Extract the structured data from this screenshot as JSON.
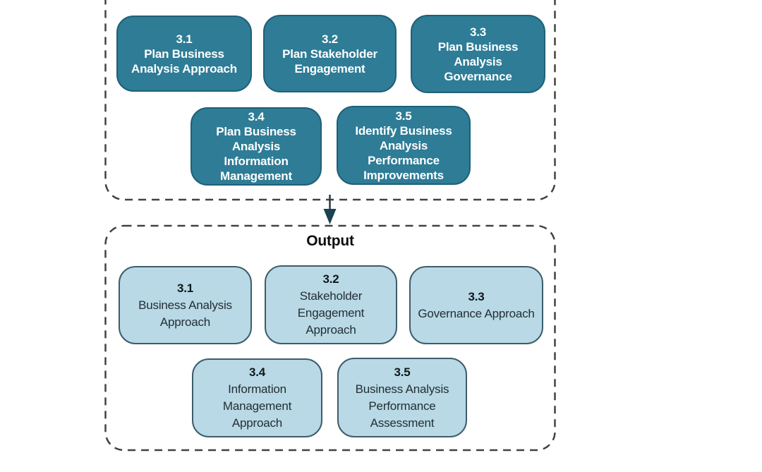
{
  "colors": {
    "background": "#ffffff",
    "task_box_fill": "#2e7c96",
    "task_box_border": "#206078",
    "task_box_text": "#ffffff",
    "output_box_fill": "#b8d9e5",
    "output_box_border": "#3d5d6b",
    "output_box_text": "#232e35",
    "container_dash": "#424242",
    "arrow": "#1a4251"
  },
  "diagram": {
    "tasks_group": {
      "boxes": [
        {
          "num": "3.1",
          "text": "Plan Business\nAnalysis Approach"
        },
        {
          "num": "3.2",
          "text": "Plan Stakeholder\nEngagement"
        },
        {
          "num": "3.3",
          "text": "Plan Business\nAnalysis\nGovernance"
        },
        {
          "num": "3.4",
          "text": "Plan Business\nAnalysis\nInformation\nManagement"
        },
        {
          "num": "3.5",
          "text": "Identify Business\nAnalysis\nPerformance\nImprovements"
        }
      ]
    },
    "output_group": {
      "label": "Output",
      "boxes": [
        {
          "num": "3.1",
          "text": "Business Analysis\nApproach"
        },
        {
          "num": "3.2",
          "text": "Stakeholder\nEngagement\nApproach"
        },
        {
          "num": "3.3",
          "text": "Governance Approach"
        },
        {
          "num": "3.4",
          "text": "Information\nManagement\nApproach"
        },
        {
          "num": "3.5",
          "text": "Business Analysis\nPerformance\nAssessment"
        }
      ]
    }
  }
}
